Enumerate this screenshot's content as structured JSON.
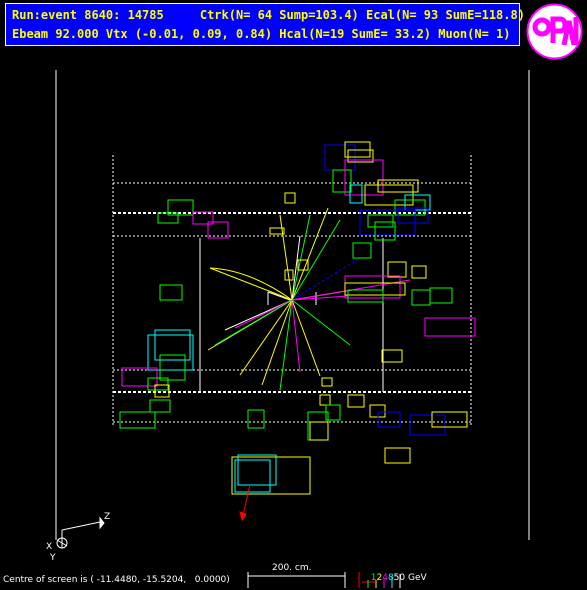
{
  "header": {
    "row1": "Run:event 8640: 14785     Ctrk(N= 64 Sump=103.4) Ecal(N= 93 SumE=118.8)",
    "row2": "Ebeam 92.000 Vtx (-0.01, 0.09, 0.84) Hcal(N=19 SumE= 33.2) Muon(N= 1)"
  },
  "logo": {
    "text": "OPAL"
  },
  "footer": {
    "centre_text": "Centre of screen is ( -11.4480, -15.5204,   0.0000)",
    "scale_label": "200. cm.",
    "energy_legend": {
      "values": [
        "1",
        "2",
        "4",
        "8",
        "50 GeV"
      ],
      "colors": [
        "#00ff00",
        "#ffff00",
        "#ff00ff",
        "#00ffff",
        "#ffffff"
      ]
    }
  },
  "axes": {
    "z": "Z",
    "x": "X",
    "y": "Y"
  },
  "colors": {
    "header_bg": "#0000ff",
    "header_text": "#ffff00",
    "background": "#000000",
    "ecal": "#ffff00",
    "hcal": "#ff00ff",
    "track": "#00ff00",
    "muon": "#ff0000"
  }
}
